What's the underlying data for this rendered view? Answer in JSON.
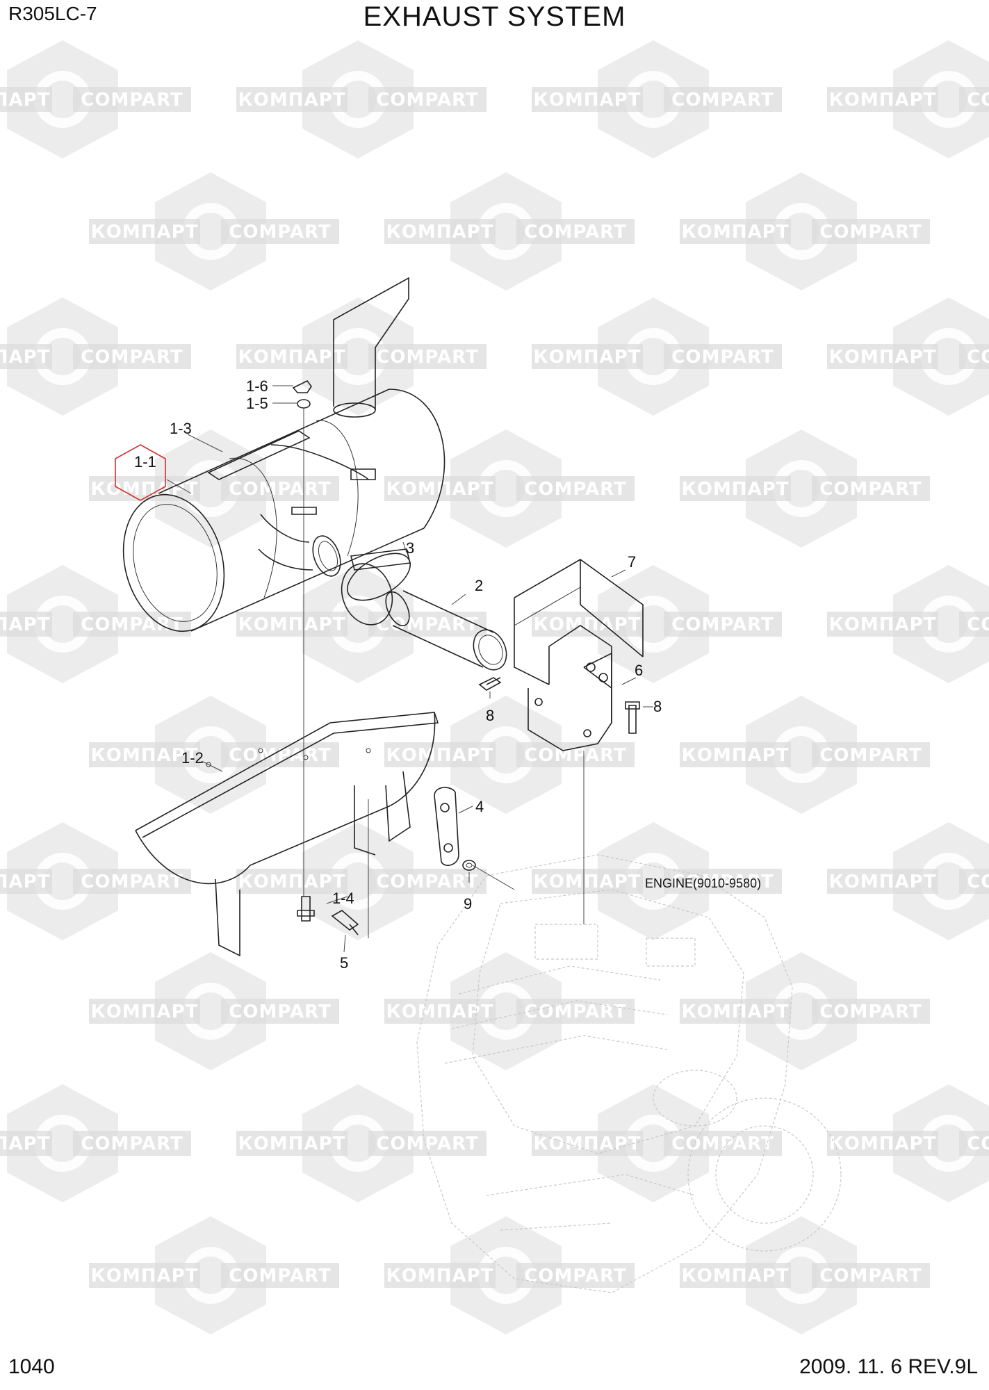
{
  "header": {
    "model": "R305LC-7",
    "title": "EXHAUST SYSTEM"
  },
  "footer": {
    "page_number": "1040",
    "revision": "2009. 11. 6  REV.9L"
  },
  "watermark": {
    "text_cyrillic": "КОМПАРТ",
    "text_latin": "COMPART",
    "color": "#dcdcdc"
  },
  "highlight_color": "#d32f2f",
  "callouts": {
    "p1_1": "1-1",
    "p1_2": "1-2",
    "p1_3": "1-3",
    "p1_4": "1-4",
    "p1_5": "1-5",
    "p1_6": "1-6",
    "p2": "2",
    "p3": "3",
    "p4": "4",
    "p5": "5",
    "p6": "6",
    "p7": "7",
    "p8a": "8",
    "p8b": "8",
    "p9": "9",
    "engine": "ENGINE(9010-9580)"
  }
}
